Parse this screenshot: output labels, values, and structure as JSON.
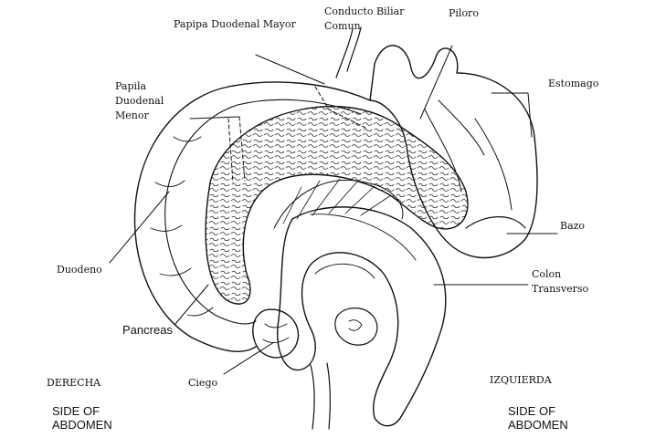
{
  "labels": {
    "papila_mayor": "Papipa Duodenal Mayor",
    "conducto_line1": "Conducto Biliar",
    "conducto_line2": "Comun",
    "piloro": "Piloro",
    "estomago": "Estomago",
    "papila_menor_line1": "Papila",
    "papila_menor_line2": "Duodenal",
    "papila_menor_line3": "Menor",
    "bazo": "Bazo",
    "duodeno": "Duodeno",
    "colon_line1": "Colon",
    "colon_line2": "Transverso",
    "pancreas": "Pancreas",
    "ciego": "Ciego",
    "derecha": "DERECHA",
    "izquierda": "IZQUIERDA",
    "side_right_line1": "SIDE OF",
    "side_right_line2": "ABDOMEN",
    "side_left_line1": "SIDE OF",
    "side_left_line2": "ABDOMEN"
  },
  "colors": {
    "ink": "#111111",
    "background": "#ffffff"
  }
}
